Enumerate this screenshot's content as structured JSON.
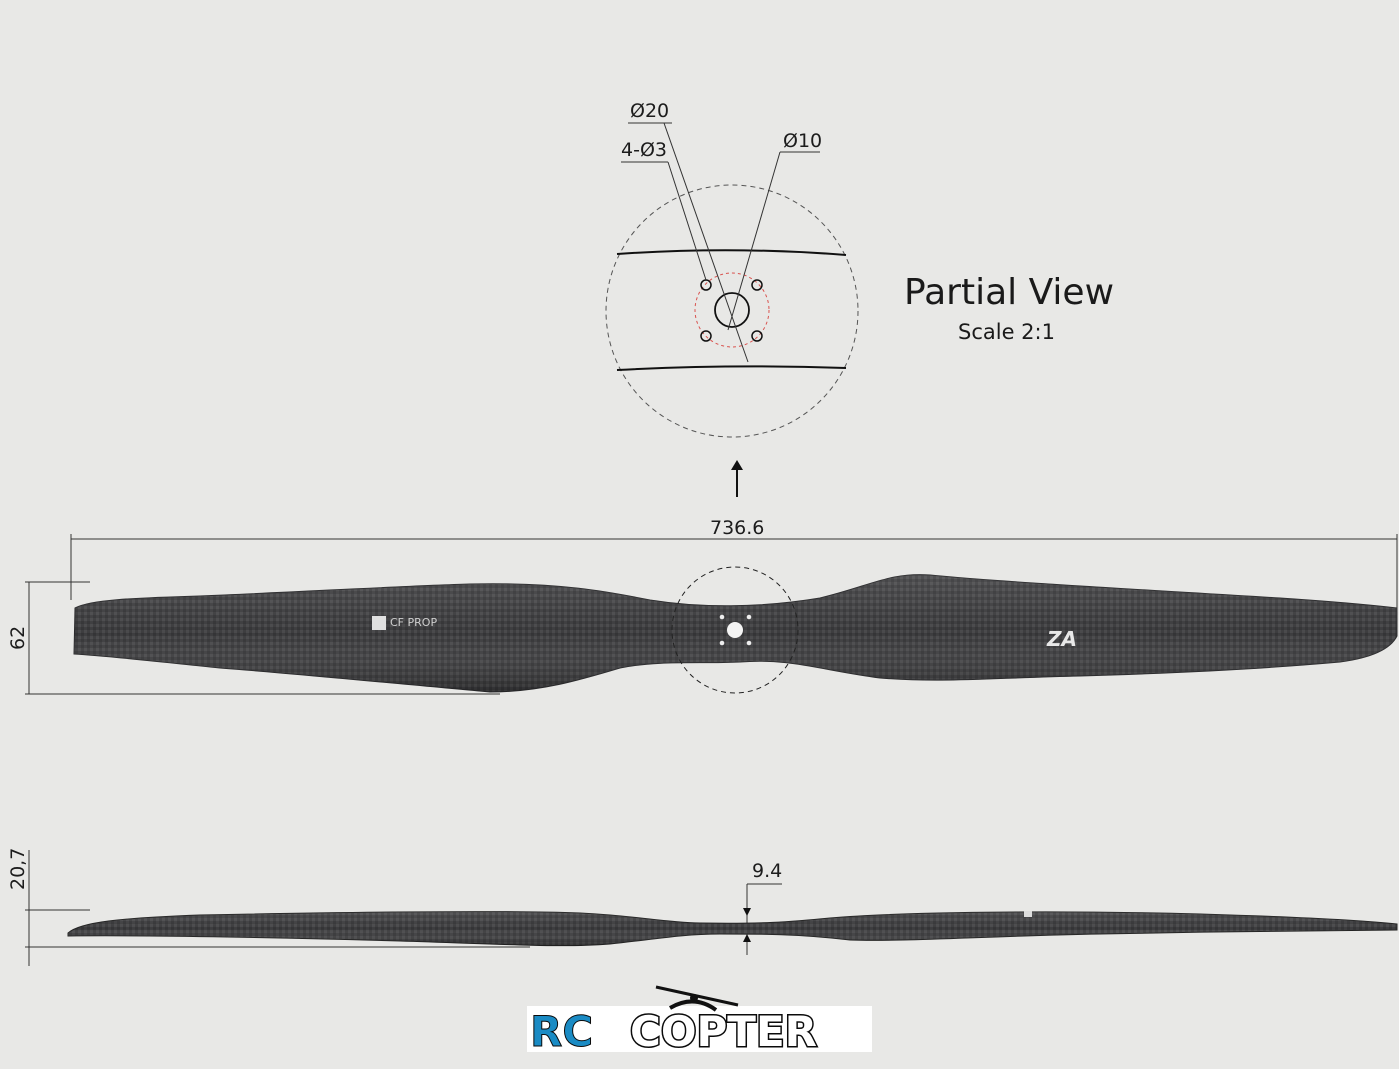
{
  "partial_view": {
    "title": "Partial View",
    "scale": "Scale 2:1",
    "labels": {
      "d20": "Ø20",
      "holes": "4-Ø3",
      "d10": "Ø10"
    }
  },
  "dimensions": {
    "length": "736.6",
    "width": "62",
    "side_height": "20,7",
    "hub_thickness": "9.4"
  },
  "blade_marks": {
    "brand_text": "CF PROP",
    "model_text": "ZA"
  },
  "logo": {
    "part1": "RC",
    "part2": "COPTER"
  },
  "colors": {
    "background": "#e8e8e6",
    "carbon": "#3b3b3d",
    "logo_blue": "#1a8bc4",
    "hole_circle": "#d9534f"
  }
}
